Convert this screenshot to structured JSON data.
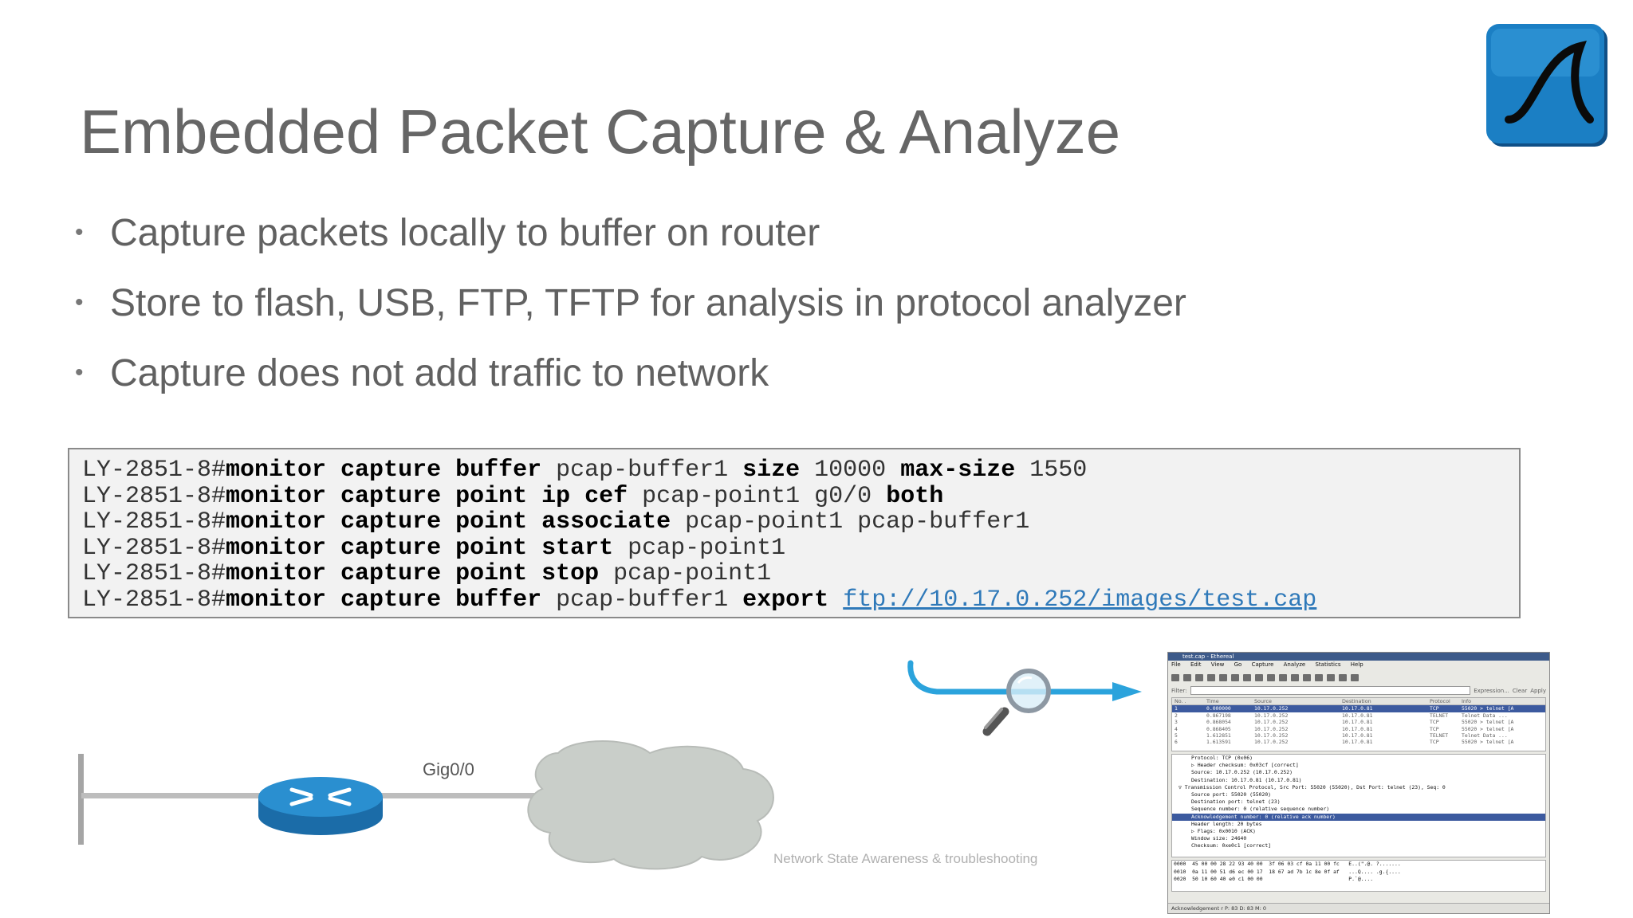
{
  "title": "Embedded Packet Capture & Analyze",
  "bullets": [
    "Capture packets locally to buffer on router",
    "Store to flash, USB, FTP, TFTP for analysis in protocol analyzer",
    "Capture does not add traffic to network"
  ],
  "bullet_marker": "•",
  "code": {
    "prompt": "LY-2851-8#",
    "lines": [
      {
        "cmd1": "monitor capture buffer",
        "arg1": " pcap-buffer1 ",
        "cmd2": "size",
        "arg2": " 10000 ",
        "cmd3": "max-size",
        "arg3": " 1550"
      },
      {
        "cmd1": "monitor capture point ip cef",
        "arg1": " pcap-point1 g0/0 ",
        "cmd2": "both"
      },
      {
        "cmd1": "monitor capture point associate",
        "arg1": " pcap-point1 pcap-buffer1"
      },
      {
        "cmd1": "monitor capture point start",
        "arg1": " pcap-point1"
      },
      {
        "cmd1": "monitor capture point stop",
        "arg1": " pcap-point1"
      },
      {
        "cmd1": "monitor capture buffer",
        "arg1": " pcap-buffer1 ",
        "cmd2": "export",
        "arg2": " ",
        "link": "ftp://10.17.0.252/images/test.cap"
      }
    ]
  },
  "diagram": {
    "interface_label": "Gig0/0"
  },
  "footer": "Network State Awareness & troubleshooting",
  "icons": {
    "logo": "wireshark-fin-icon",
    "magnifier": "magnifying-glass-icon",
    "router": "router-icon",
    "cloud": "network-cloud-icon"
  },
  "colors": {
    "logo_blue": "#1b7fc4",
    "router_blue": "#2a8fd0",
    "arrow_blue": "#2ba3dc",
    "link_blue": "#2f79b9"
  },
  "wireshark": {
    "window_title": "test.cap - Ethereal",
    "menu": [
      "File",
      "Edit",
      "View",
      "Go",
      "Capture",
      "Analyze",
      "Statistics",
      "Help"
    ],
    "filter_label": "Filter:",
    "filter_buttons": [
      "Expression...",
      "Clear",
      "Apply"
    ],
    "columns": [
      "No. .",
      "Time",
      "Source",
      "Destination",
      "Protocol",
      "Info"
    ],
    "rows": [
      [
        "1",
        "0.000000",
        "10.17.0.252",
        "10.17.0.81",
        "TCP",
        "55020 > telnet [A"
      ],
      [
        "2",
        "0.867198",
        "10.17.0.252",
        "10.17.0.81",
        "TELNET",
        "Telnet Data ..."
      ],
      [
        "3",
        "0.868054",
        "10.17.0.252",
        "10.17.0.81",
        "TCP",
        "55020 > telnet [A"
      ],
      [
        "4",
        "0.868405",
        "10.17.0.252",
        "10.17.0.81",
        "TCP",
        "55020 > telnet [A"
      ],
      [
        "5",
        "1.612851",
        "10.17.0.252",
        "10.17.0.81",
        "TELNET",
        "Telnet Data ..."
      ],
      [
        "6",
        "1.613591",
        "10.17.0.252",
        "10.17.0.81",
        "TCP",
        "55020 > telnet [A"
      ]
    ],
    "details": [
      {
        "text": "Protocol: TCP (0x06)",
        "level": "sub"
      },
      {
        "text": "▷ Header checksum: 0x03cf [correct]",
        "level": "sub"
      },
      {
        "text": "Source: 10.17.0.252 (10.17.0.252)",
        "level": "sub"
      },
      {
        "text": "Destination: 10.17.0.81 (10.17.0.81)",
        "level": "sub"
      },
      {
        "text": "▽ Transmission Control Protocol, Src Port: 55020 (55020), Dst Port: telnet (23), Seq: 0",
        "level": "top"
      },
      {
        "text": "Source port: 55020 (55020)",
        "level": "sub"
      },
      {
        "text": "Destination port: telnet (23)",
        "level": "sub"
      },
      {
        "text": "Sequence number: 0     (relative sequence number)",
        "level": "sub"
      },
      {
        "text": "Acknowledgement number: 0    (relative ack number)",
        "level": "hl"
      },
      {
        "text": "Header length: 20 bytes",
        "level": "sub"
      },
      {
        "text": "▷ Flags: 0x0010 (ACK)",
        "level": "sub"
      },
      {
        "text": "Window size: 24640",
        "level": "sub"
      },
      {
        "text": "Checksum: 0xe0c1 [correct]",
        "level": "sub"
      }
    ],
    "hex": [
      "0000  45 00 00 28 22 93 40 00  3f 06 03 cf 0a 11 00 fc   E..(\".@. ?.......",
      "0010  0a 11 00 51 d6 ec 00 17  18 67 ad 7b 1c 8e 0f af   ...Q.... .g.{....",
      "0020  50 10 60 40 e0 c1 00 00                            P.`@...."
    ],
    "status": "Acknowledgement r   P: 83 D: 83 M: 0"
  }
}
